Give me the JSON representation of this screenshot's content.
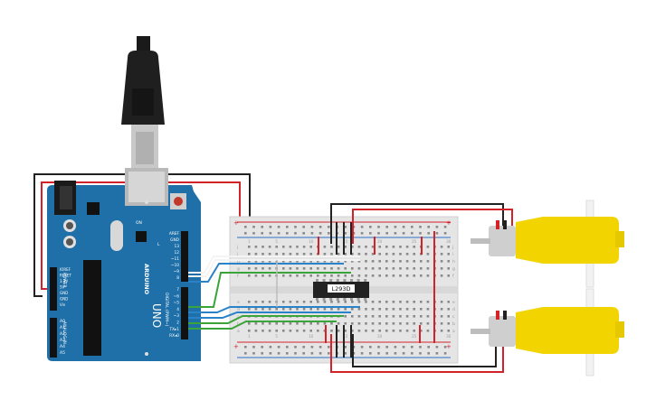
{
  "arduino": {
    "brand": "ARDUINO",
    "model": "UNO",
    "digital_label": "DIGITAL (PWM~)",
    "power_label": "POWER",
    "analog_label": "ANALOG IN",
    "on_label": "ON",
    "l_label": "L",
    "tx_label": "TX",
    "rx_label": "RX",
    "pins_top": [
      "AREF",
      "GND",
      "13",
      "12",
      "~11",
      "~10",
      "~9",
      "8"
    ],
    "pins_bottom": [
      "7",
      "~6",
      "~5",
      "4",
      "~3",
      "2",
      "TX▸1",
      "RX◂0"
    ],
    "power_pins": [
      "IOREF",
      "RESET",
      "3.3V",
      "5V",
      "GND",
      "GND",
      "Vin"
    ],
    "analog_pins": [
      "A0",
      "A1",
      "A2",
      "A3",
      "A4",
      "A5"
    ]
  },
  "breadboard": {
    "columns_label_top": [
      "1",
      "",
      "",
      "",
      "5",
      "",
      "",
      "",
      "",
      "10",
      "",
      "",
      "",
      "",
      "15",
      "",
      "",
      "",
      "",
      "20",
      "",
      "",
      "",
      "",
      "25",
      "",
      "",
      "",
      "",
      "30"
    ],
    "row_letters_upper": [
      "j",
      "i",
      "h",
      "g",
      "f"
    ],
    "row_letters_lower": [
      "e",
      "d",
      "c",
      "b",
      "a"
    ],
    "plus_symbol": "+",
    "minus_symbol": "−"
  },
  "ic": {
    "label": "L293D"
  },
  "colors": {
    "board_blue": "#1f6fa8",
    "board_dark": "#15507c",
    "breadboard": "#e8e8e8",
    "wire_red": "#d2232a",
    "wire_black": "#222222",
    "wire_blue": "#2a83c9",
    "wire_green": "#3aa43a",
    "wire_white": "#f4f4f4",
    "motor_yellow": "#f2d500",
    "usb_black": "#1a1a1a"
  }
}
